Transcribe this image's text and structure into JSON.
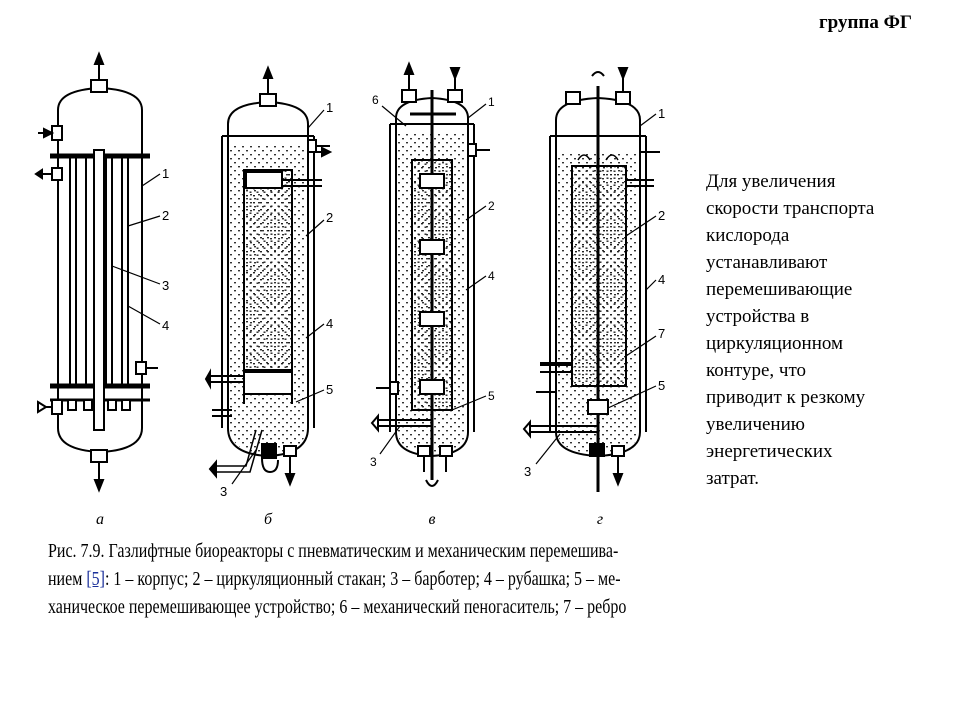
{
  "header": {
    "group": "группа ФГ"
  },
  "side_text": {
    "lines": [
      "Для увеличения",
      "скорости транспорта",
      "кислорода",
      "устанавливают",
      "перемешивающие",
      "устройства в",
      "циркуляционном",
      "контуре, что",
      "приводит к резкому",
      "увеличению",
      "энергетических",
      "затрат."
    ]
  },
  "figure": {
    "panel_labels": [
      "а",
      "б",
      "в",
      "г"
    ],
    "callouts": {
      "a": [
        "1",
        "2",
        "3",
        "4"
      ],
      "b": [
        "1",
        "2",
        "4",
        "5",
        "3"
      ],
      "v": [
        "6",
        "1",
        "2",
        "4",
        "5",
        "3"
      ],
      "g": [
        "1",
        "2",
        "4",
        "7",
        "5",
        "3"
      ]
    },
    "caption": {
      "line1": "Рис. 7.9. Газлифтные биореакторы с пневматическим и механическим перемешива-",
      "line2_pre": "нием ",
      "line2_ref": "[5]",
      "line2_post": ": 1 – корпус; 2 – циркуляционный стакан; 3 – барботер; 4 – рубашка; 5 – ме-",
      "line3": "ханическое перемешивающее устройство; 6 – механический пеногаситель; 7 – ребро"
    }
  }
}
